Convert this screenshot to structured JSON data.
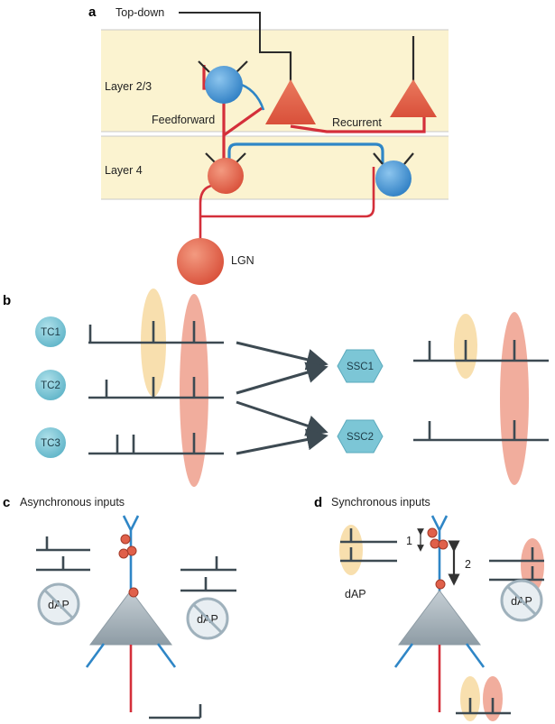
{
  "panels": {
    "a": {
      "letter": "a",
      "top_down": "Top-down",
      "layer23": "Layer 2/3",
      "layer4": "Layer 4",
      "feedforward": "Feedforward",
      "recurrent": "Recurrent",
      "lgn": "LGN"
    },
    "b": {
      "letter": "b",
      "tc": [
        "TC1",
        "TC2",
        "TC3"
      ],
      "ssc": [
        "SSC1",
        "SSC2"
      ]
    },
    "c": {
      "letter": "c",
      "title": "Asynchronous inputs",
      "dap_left": "dAP",
      "dap_right": "dAP"
    },
    "d": {
      "letter": "d",
      "title": "Synchronous inputs",
      "dap_label": "dAP",
      "dap_crossed": "dAP",
      "num1": "1",
      "num2": "2"
    }
  },
  "colors": {
    "layer_band": "#fbf3d0",
    "red_cell": "#e0604a",
    "blue_cell": "#3f8fd0",
    "red_axon": "#d42f3a",
    "blue_axon": "#2f86c6",
    "tc_cell": "#7cc6d6",
    "spike": "#3d4a52",
    "yellow_window": "#f7d9a0",
    "pink_window": "#ee9f8c",
    "soma_grey": "#a7b4bc"
  }
}
